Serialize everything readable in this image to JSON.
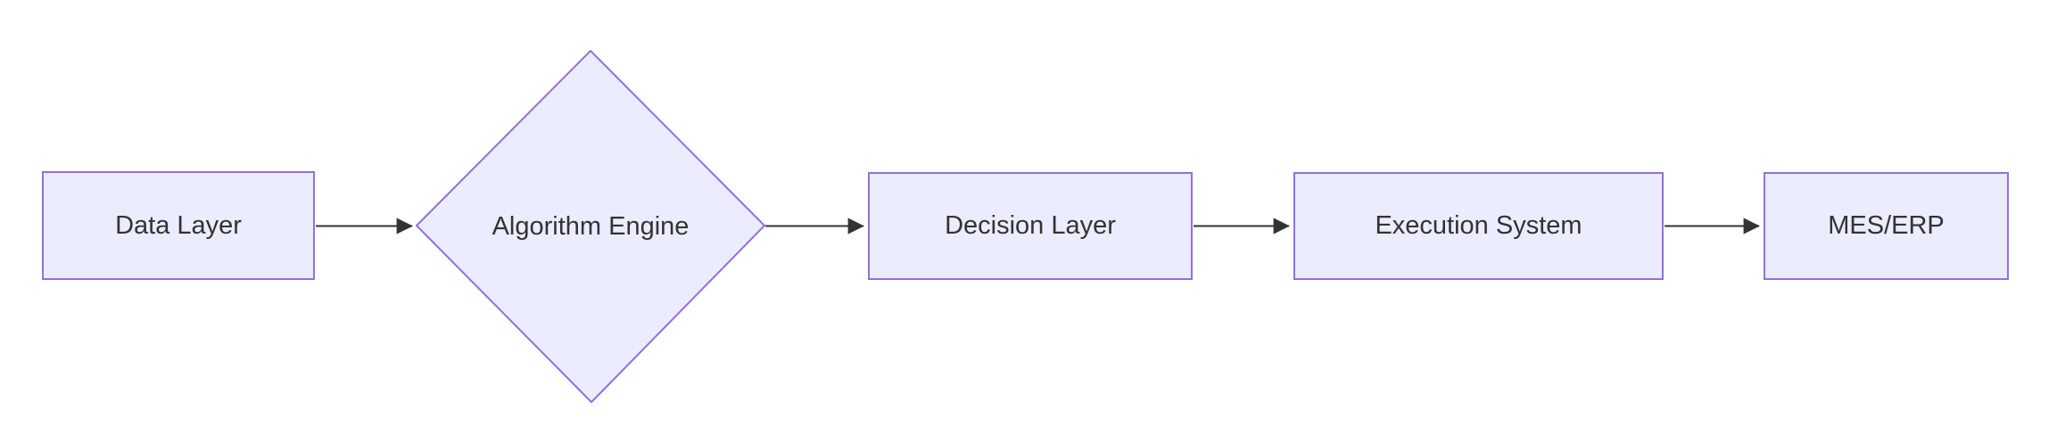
{
  "diagram": {
    "type": "flowchart",
    "direction": "left-to-right",
    "nodes": [
      {
        "id": "data-layer",
        "label": "Data Layer",
        "shape": "rectangle"
      },
      {
        "id": "algorithm-engine",
        "label": "Algorithm Engine",
        "shape": "diamond"
      },
      {
        "id": "decision-layer",
        "label": "Decision Layer",
        "shape": "rectangle"
      },
      {
        "id": "execution-system",
        "label": "Execution System",
        "shape": "rectangle"
      },
      {
        "id": "mes-erp",
        "label": "MES/ERP",
        "shape": "rectangle"
      }
    ],
    "edges": [
      {
        "from": "data-layer",
        "to": "algorithm-engine",
        "style": "arrow"
      },
      {
        "from": "algorithm-engine",
        "to": "decision-layer",
        "style": "arrow"
      },
      {
        "from": "decision-layer",
        "to": "execution-system",
        "style": "arrow"
      },
      {
        "from": "execution-system",
        "to": "mes-erp",
        "style": "arrow"
      }
    ],
    "colors": {
      "node_fill": "#ECECFF",
      "node_border": "#9370DB",
      "edge_line": "#333333",
      "text": "#333333",
      "background": "#FFFFFF"
    }
  }
}
